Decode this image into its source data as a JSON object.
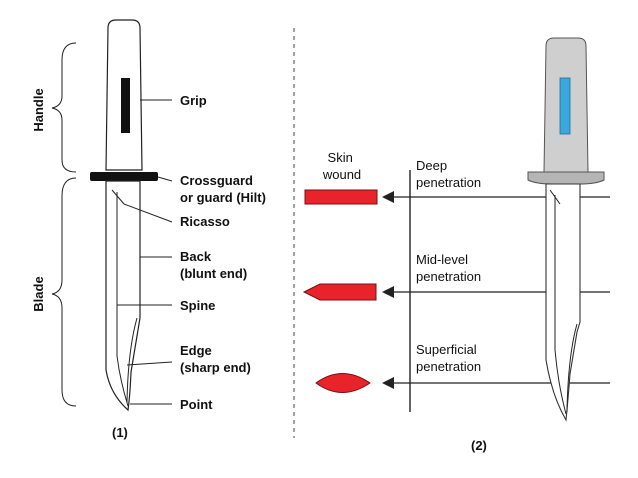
{
  "left_panel": {
    "number_label": "(1)",
    "group_labels": {
      "handle": "Handle",
      "blade": "Blade"
    },
    "parts": [
      {
        "key": "grip",
        "lines": [
          "Grip"
        ]
      },
      {
        "key": "crossguard",
        "lines": [
          "Crossguard",
          "or guard (Hilt)"
        ]
      },
      {
        "key": "ricasso",
        "lines": [
          "Ricasso"
        ]
      },
      {
        "key": "back",
        "lines": [
          "Back",
          "(blunt end)"
        ]
      },
      {
        "key": "spine",
        "lines": [
          "Spine"
        ]
      },
      {
        "key": "edge",
        "lines": [
          "Edge",
          "(sharp end)"
        ]
      },
      {
        "key": "point",
        "lines": [
          "Point"
        ]
      }
    ]
  },
  "right_panel": {
    "number_label": "(2)",
    "skin_wound_label": [
      "Skin",
      "wound"
    ],
    "penetrations": [
      {
        "key": "deep",
        "lines": [
          "Deep",
          "penetration"
        ]
      },
      {
        "key": "mid",
        "lines": [
          "Mid-level",
          "penetration"
        ]
      },
      {
        "key": "superficial",
        "lines": [
          "Superficial",
          "penetration"
        ]
      }
    ]
  },
  "colors": {
    "wound_red": "#e8232a",
    "grip_blue": "#3aa7df",
    "handle_gray": "#cfcfcf",
    "guard_gray": "#b5b5b5",
    "line_black": "#222222"
  }
}
